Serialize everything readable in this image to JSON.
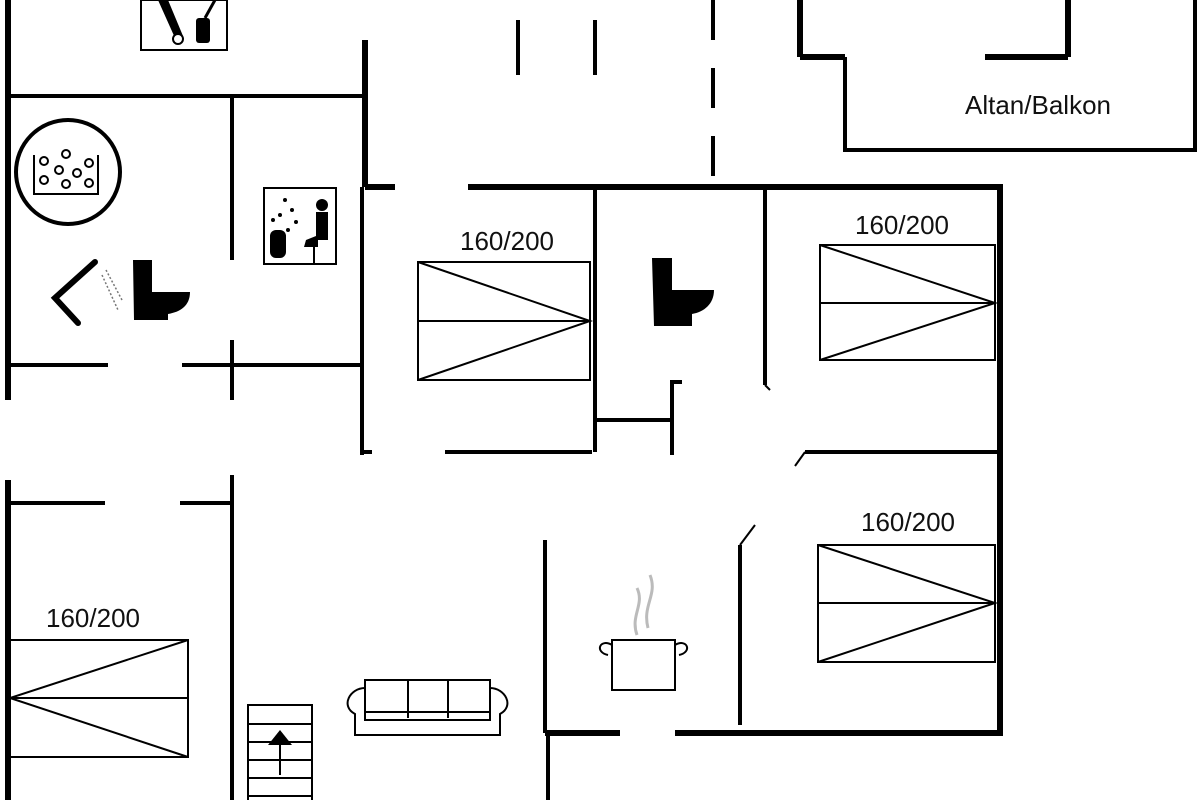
{
  "labels": {
    "balcony": "Altan/Balkon",
    "bed_1": "160/200",
    "bed_2": "160/200",
    "bed_3": "160/200",
    "bed_4": "160/200"
  },
  "colors": {
    "wall": "#000000",
    "background": "#ffffff",
    "steam": "#bbbbbb"
  }
}
